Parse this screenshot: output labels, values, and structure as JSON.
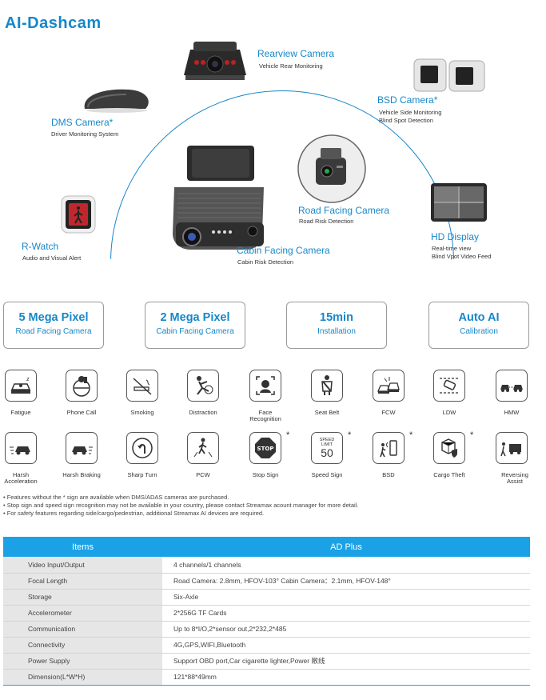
{
  "title": "AI-Dashcam",
  "cameras": {
    "rearview": {
      "name": "Rearview Camera",
      "desc": "Vehicle Rear Monitoring"
    },
    "dms": {
      "name": "DMS Camera*",
      "desc": "Driver Monitoring System"
    },
    "bsd": {
      "name": "BSD Camera*",
      "desc1": "Vehicle Side Monitoring",
      "desc2": "Blind Spot Detection"
    },
    "rwatch": {
      "name": "R-Watch",
      "desc": "Audio and Visual Alert"
    },
    "road": {
      "name": "Road Facing Camera",
      "desc": "Road Risk Detection"
    },
    "cabin": {
      "name": "Cabin Facing Camera",
      "desc": "Cabin Risk Detection"
    },
    "hd": {
      "name": "HD Display",
      "desc1": "Real-time view",
      "desc2": "Blind Vpot Video Feed"
    }
  },
  "features": [
    {
      "big": "5 Mega Pixel",
      "small": "Road Facing Camera"
    },
    {
      "big": "2 Mega Pixel",
      "small": "Cabin Facing Camera"
    },
    {
      "big": "15min",
      "small": "Installation"
    },
    {
      "big": "Auto AI",
      "small": "Calibration"
    }
  ],
  "icons_row1": [
    {
      "label": "Fatigue",
      "icon": "fatigue-icon"
    },
    {
      "label": "Phone Call",
      "icon": "phone-call-icon"
    },
    {
      "label": "Smoking",
      "icon": "smoking-icon"
    },
    {
      "label": "Distraction",
      "icon": "distraction-icon"
    },
    {
      "label": "Face\nRecognition",
      "icon": "face-recognition-icon"
    },
    {
      "label": "Seat Belt",
      "icon": "seat-belt-icon"
    },
    {
      "label": "FCW",
      "icon": "fcw-icon"
    },
    {
      "label": "LDW",
      "icon": "ldw-icon"
    },
    {
      "label": "HMW",
      "icon": "hmw-icon"
    }
  ],
  "icons_row2": [
    {
      "label": "Harsh\nAcceleration",
      "icon": "harsh-acceleration-icon",
      "star": ""
    },
    {
      "label": "Harsh Braking",
      "icon": "harsh-braking-icon",
      "star": ""
    },
    {
      "label": "Sharp Turn",
      "icon": "sharp-turn-icon",
      "star": ""
    },
    {
      "label": "PCW",
      "icon": "pcw-icon",
      "star": ""
    },
    {
      "label": "Stop Sign",
      "icon": "stop-sign-icon",
      "star": "*"
    },
    {
      "label": "Speed Sign",
      "icon": "speed-sign-icon",
      "star": "*"
    },
    {
      "label": "BSD",
      "icon": "bsd-icon",
      "star": "*"
    },
    {
      "label": "Cargo Theft",
      "icon": "cargo-theft-icon",
      "star": "*"
    },
    {
      "label": "Reversing\nAssist",
      "icon": "reversing-assist-icon",
      "star": ""
    }
  ],
  "icon_text": {
    "stop": "STOP",
    "speed_limit": "SPEED\nLIMIT",
    "speed_value": "50"
  },
  "notes": [
    "• Features without the * sign are available when DMS/ADAS cameras are purchased.",
    "• Stop sign and speed sign recognition may not be available in your country, please contact Streamax acount manager for more detail.",
    "• For safety features regarding side/cargo/pedestrian, additional Streamax AI devices are required."
  ],
  "table": {
    "headers": [
      "Items",
      "AD Plus"
    ],
    "rows": [
      [
        "Video Input/Output",
        "4 channels/1 channels"
      ],
      [
        "Focal Length",
        "Road Camera:   2.8mm, HFOV-103°   Cabin Camera：2.1mm, HFOV-148°"
      ],
      [
        "Storage",
        "Six-Axle"
      ],
      [
        "Accelerometer",
        "2*256G TF Cards"
      ],
      [
        "Communication",
        "Up to 8*I/O,2*sensor out,2*232,2*485"
      ],
      [
        "Connectivity",
        "4G,GPS,WIFI,Bluetooth"
      ],
      [
        "Power Supply",
        "Support OBD port,Car cigarette lighter,Power 敞线"
      ],
      [
        "Dimension(L*W*H)",
        "121*88*49mm"
      ]
    ]
  },
  "colors": {
    "accent": "#1787c9",
    "table_header": "#1ba2e6"
  }
}
